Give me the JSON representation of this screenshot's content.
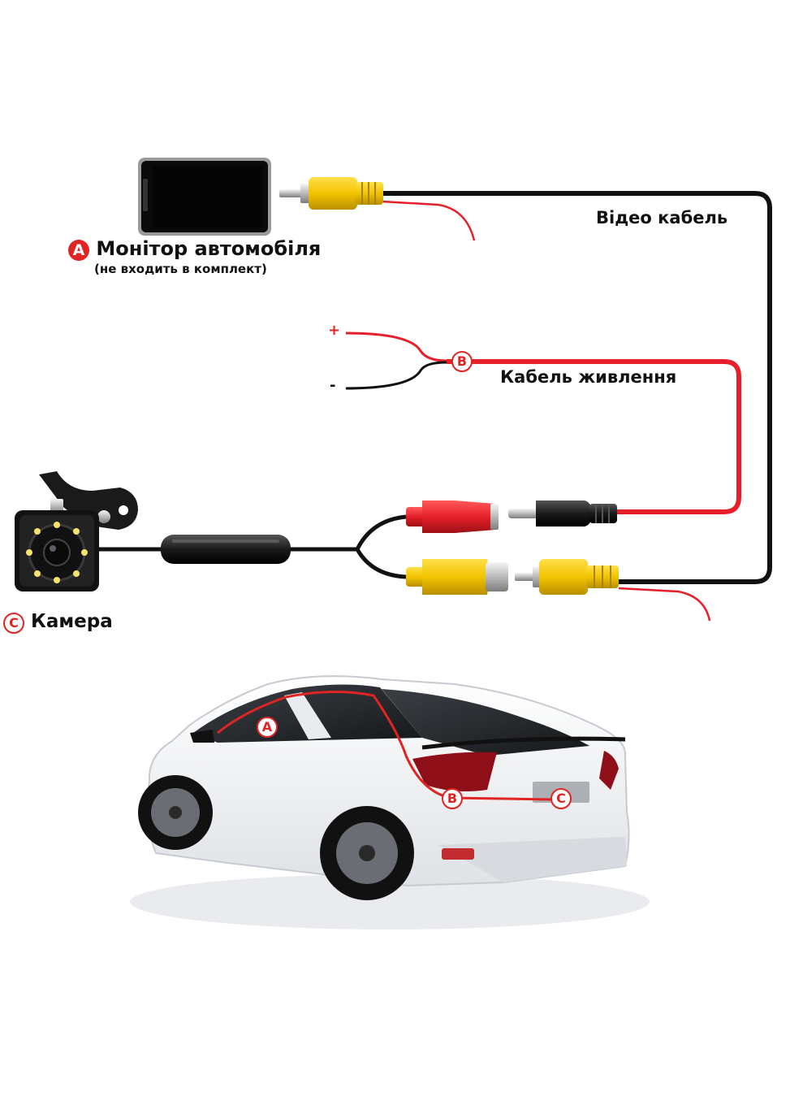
{
  "labels": {
    "monitor_badge": "A",
    "monitor_title": "Монітор автомобіля",
    "monitor_note": "(не входить в комплект)",
    "video_cable": "Відео кабель",
    "power_plus": "+",
    "power_minus": "-",
    "power_badge": "B",
    "power_cable": "Кабель живлення",
    "camera_badge": "C",
    "camera_title": "Камера"
  },
  "car_markers": {
    "a": "A",
    "b": "B",
    "c": "C"
  },
  "colors": {
    "marker_red": "#e02424",
    "cable_black": "#111111",
    "rca_yellow": "#f2c300",
    "rca_red": "#e5202a",
    "car_body": "#f4f5f6"
  },
  "icons": [
    "monitor-icon",
    "camera-icon",
    "rca-plug-icon",
    "dc-plug-icon",
    "car-icon"
  ]
}
